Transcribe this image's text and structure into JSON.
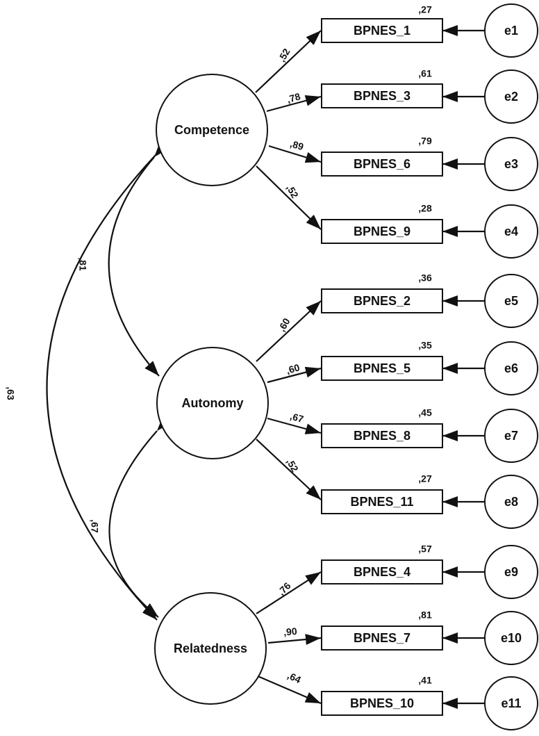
{
  "latents": [
    {
      "id": "competence",
      "label": "Competence"
    },
    {
      "id": "autonomy",
      "label": "Autonomy"
    },
    {
      "id": "relatedness",
      "label": "Relatedness"
    }
  ],
  "indicators": [
    {
      "id": "b1",
      "label": "BPNES_1",
      "r2": ",27",
      "loading": ",52",
      "latent": "competence",
      "error": "e1"
    },
    {
      "id": "b3",
      "label": "BPNES_3",
      "r2": ",61",
      "loading": ",78",
      "latent": "competence",
      "error": "e2"
    },
    {
      "id": "b6",
      "label": "BPNES_6",
      "r2": ",79",
      "loading": ",89",
      "latent": "competence",
      "error": "e3"
    },
    {
      "id": "b9",
      "label": "BPNES_9",
      "r2": ",28",
      "loading": ",52",
      "latent": "competence",
      "error": "e4"
    },
    {
      "id": "b2",
      "label": "BPNES_2",
      "r2": ",36",
      "loading": ",60",
      "latent": "autonomy",
      "error": "e5"
    },
    {
      "id": "b5",
      "label": "BPNES_5",
      "r2": ",35",
      "loading": ",60",
      "latent": "autonomy",
      "error": "e6"
    },
    {
      "id": "b8",
      "label": "BPNES_8",
      "r2": ",45",
      "loading": ",67",
      "latent": "autonomy",
      "error": "e7"
    },
    {
      "id": "b11",
      "label": "BPNES_11",
      "r2": ",27",
      "loading": ",52",
      "latent": "autonomy",
      "error": "e8"
    },
    {
      "id": "b4",
      "label": "BPNES_4",
      "r2": ",57",
      "loading": ",76",
      "latent": "relatedness",
      "error": "e9"
    },
    {
      "id": "b7",
      "label": "BPNES_7",
      "r2": ",81",
      "loading": ",90",
      "latent": "relatedness",
      "error": "e10"
    },
    {
      "id": "b10",
      "label": "BPNES_10",
      "r2": ",41",
      "loading": ",64",
      "latent": "relatedness",
      "error": "e11"
    }
  ],
  "correlations": [
    {
      "from": "competence",
      "to": "autonomy",
      "value": ",81"
    },
    {
      "from": "autonomy",
      "to": "relatedness",
      "value": ",67"
    },
    {
      "from": "competence",
      "to": "relatedness",
      "value": ",63"
    }
  ]
}
